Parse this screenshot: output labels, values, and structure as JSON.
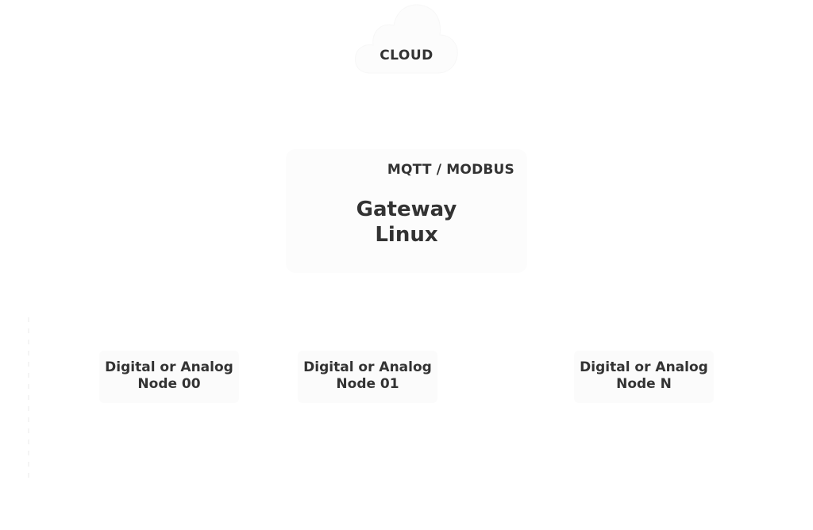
{
  "cloud": {
    "label": "CLOUD",
    "icon": "cloud-icon"
  },
  "gateway": {
    "protocol": "MQTT / MODBUS",
    "title_line1": "Gateway",
    "title_line2": "Linux"
  },
  "nodes": [
    {
      "line1": "Digital or Analog",
      "line2": "Node 00"
    },
    {
      "line1": "Digital or Analog",
      "line2": "Node 01"
    },
    {
      "line1": "Digital or Analog",
      "line2": "Node N"
    }
  ],
  "colors": {
    "text": "#333333",
    "box_fill": "#fcfcfc",
    "background": "#ffffff"
  }
}
